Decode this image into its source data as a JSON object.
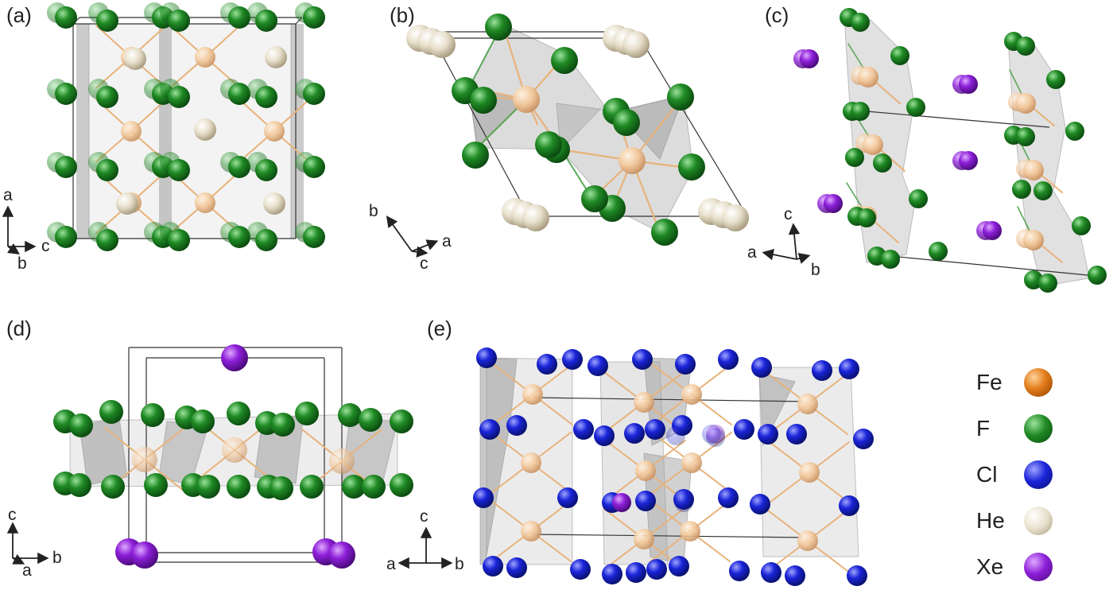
{
  "panels": [
    {
      "id": "a",
      "label": "(a)",
      "axes": [
        "a",
        "c",
        "b"
      ]
    },
    {
      "id": "b",
      "label": "(b)",
      "axes": [
        "b",
        "a",
        "c"
      ]
    },
    {
      "id": "c",
      "label": "(c)",
      "axes": [
        "c",
        "a",
        "b"
      ]
    },
    {
      "id": "d",
      "label": "(d)",
      "axes": [
        "c",
        "b",
        "a"
      ]
    },
    {
      "id": "e",
      "label": "(e)",
      "axes": [
        "c",
        "a",
        "b"
      ]
    }
  ],
  "legend": [
    {
      "element": "Fe",
      "color": "#e07a18"
    },
    {
      "element": "F",
      "color": "#1f8a24"
    },
    {
      "element": "Cl",
      "color": "#1a24d8"
    },
    {
      "element": "He",
      "color": "#e8e0cc"
    },
    {
      "element": "Xe",
      "color": "#8c1fd8"
    }
  ],
  "colors": {
    "fe_in_structure": "#f2c79a",
    "bond_fe": "#e8b27a",
    "bond_f": "#5aa85a",
    "bond_cl": "#6a6ae0",
    "polyhedron": "#9a9a9a",
    "cell": "#333333"
  }
}
